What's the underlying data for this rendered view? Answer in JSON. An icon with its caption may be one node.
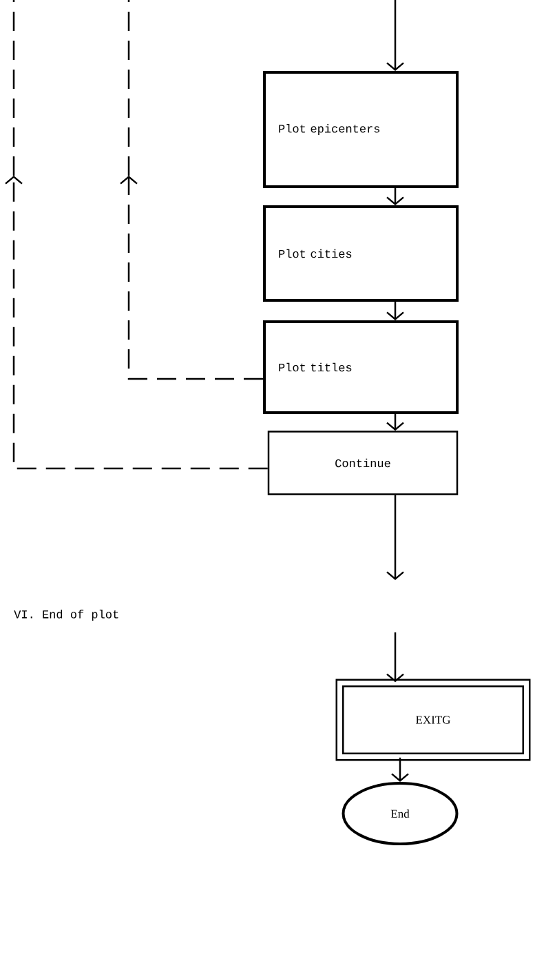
{
  "diagram": {
    "nodes": [
      {
        "text": [
          "Plot epicenters"
        ]
      },
      {
        "text": [
          "Plot cities"
        ]
      },
      {
        "text": [
          "Plot titles"
        ]
      },
      {
        "text": [
          "Continue"
        ]
      },
      {
        "text": [
          "EXITG"
        ]
      },
      {
        "text": [
          "End"
        ]
      }
    ],
    "edges": [
      {
        "from": null,
        "to": 0,
        "arrow": "to"
      },
      {
        "from": 0,
        "to": 1,
        "arrow": "to"
      },
      {
        "from": 1,
        "to": 2,
        "arrow": "to"
      },
      {
        "from": 2,
        "to": 3,
        "arrow": "to"
      },
      {
        "from": 2,
        "to": null,
        "arrow": "to",
        "style": "dashed"
      },
      {
        "from": 3,
        "to": null,
        "arrow": "to",
        "style": "dashed"
      },
      {
        "from": 3,
        "to": null,
        "arrow": "to"
      },
      {
        "from": null,
        "to": 4,
        "arrow": "to"
      },
      {
        "from": 4,
        "to": 5,
        "arrow": "to"
      }
    ],
    "labels": [
      "VI.  End of plot"
    ]
  }
}
